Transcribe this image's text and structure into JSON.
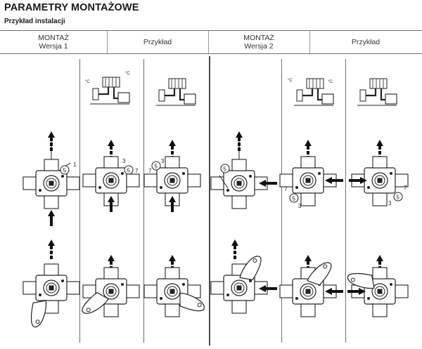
{
  "page": {
    "title": "PARAMETRY MONTAŻOWE",
    "subtitle": "Przykład instalacji"
  },
  "header": {
    "col1_line1": "MONTAŻ",
    "col1_line2": "Wersja 1",
    "col2": "Przykład",
    "col3_line1": "MONTAŻ",
    "col3_line2": "Wersja 2",
    "col4": "Przykład"
  },
  "labels": {
    "temp_unit": "°C",
    "n1": "1",
    "n3": "3",
    "n5": "5",
    "n7": "7"
  }
}
